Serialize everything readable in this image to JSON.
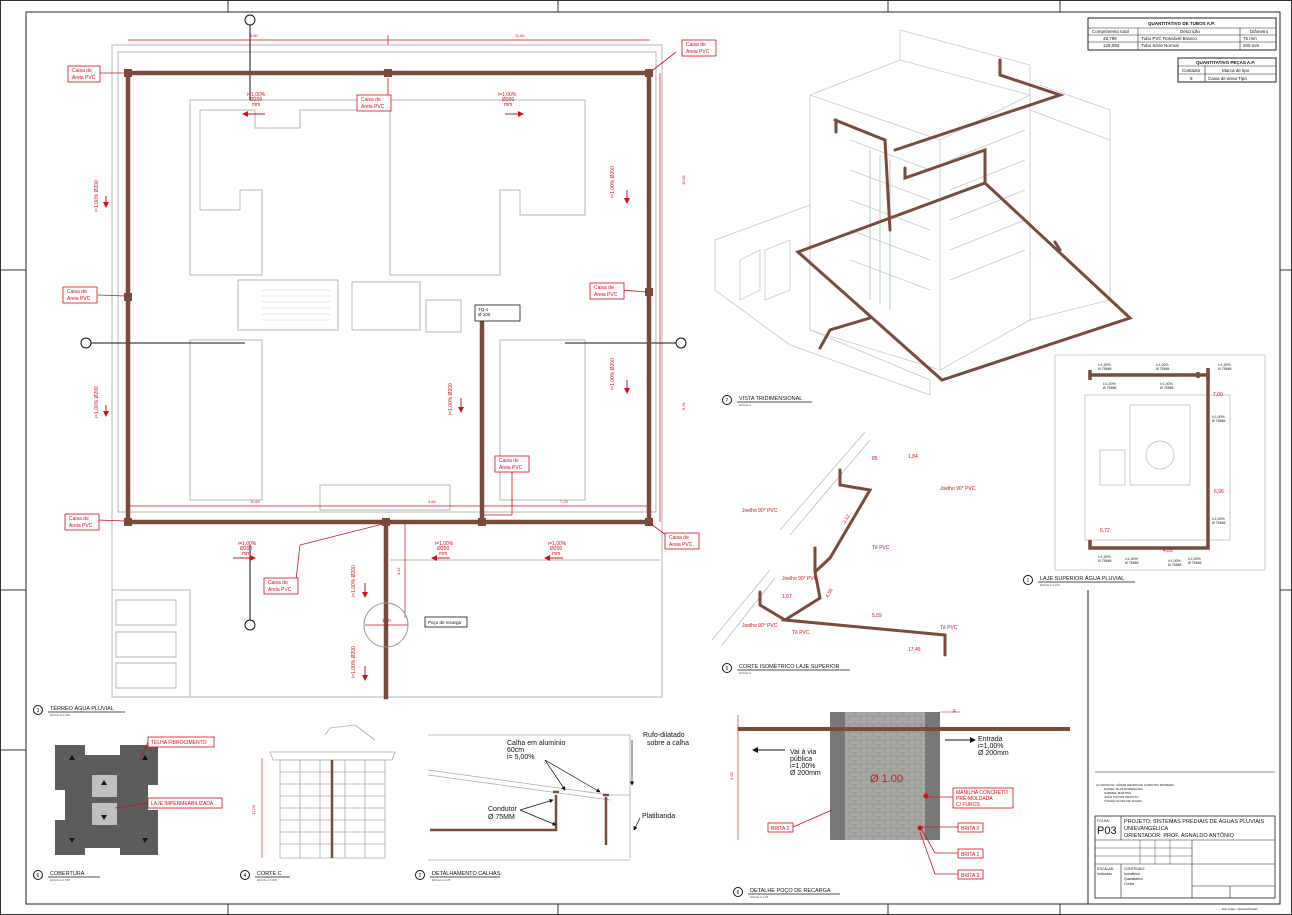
{
  "sheet": {
    "code": "P03",
    "project_line": "PROJETO: SISTEMAS PREDIAIS DE ÁGUAS PLUVIAIS",
    "school_line": "UNIEVANGÉLICA",
    "advisor_line": "ORIENTADOR: PROF. AGNALDO ANTÔNIO",
    "folha_label": "FOLHA:",
    "escalas_label": "ESCALAS:",
    "escalas_value": "Indicadas",
    "conteudo_label": "CONTEÚDO:",
    "conteudo_value": "Isométrico\nQuantitativo\nCortes"
  },
  "quant_tubos": {
    "title": "QUANTITATIVO DE TUBOS A.P.",
    "headers": [
      "Comprimento total",
      "Descrição",
      "Diâmetro"
    ],
    "rows": [
      [
        "48,798",
        "Tubo PVC Roscável Branco",
        "75 mm"
      ],
      [
        "125,092",
        "Tubo Série Normal",
        "200 mm"
      ]
    ]
  },
  "quant_pecas": {
    "title": "QUANTITATIVO PEÇAS A.P.",
    "headers": [
      "Contador",
      "Marca de tipo"
    ],
    "rows": [
      [
        "9",
        "Caixa de areia Tipo"
      ]
    ]
  },
  "views": {
    "v1": {
      "num": "1",
      "title": "LAJE SUPERIOR ÁGUA PLUVIAL"
    },
    "v2": {
      "num": "2",
      "title": "DETALHAMENTO CALHAS"
    },
    "v3": {
      "num": "3",
      "title": "TÉRREO ÁGUA PLUVIAL"
    },
    "v4": {
      "num": "4",
      "title": "CORTE C"
    },
    "v5": {
      "num": "5",
      "title": "CORTE ISOMÉTRICO LAJE SUPERIOR"
    },
    "v6": {
      "num": "6",
      "title": "COBERTURA"
    },
    "v7": {
      "num": "7",
      "title": "VISTA TRIDIMENSIONAL"
    },
    "v8": {
      "num": "8",
      "title": "DETALHE POÇO DE RECARGA"
    }
  },
  "ground": {
    "caixa": "Caixa de\nAreia PVC",
    "slope": "i=1,00%\nØ200\nmm",
    "tq": "TQ-1\nØ 100",
    "poco": "Poço de recarga",
    "poco_dim": "1,00"
  },
  "roof_labels": {
    "telha": "TELHA FIBROCIMENTO",
    "laje": "LAJE IMPERMEABILIZADA"
  },
  "calhas": {
    "calha": "Calha em alumínio\n60cm\ni= 5,00%",
    "rufo": "Rufo-dilatado\nsobre a calha",
    "condutor": "Condutor\nØ 75MM",
    "platibanda": "Platibanda"
  },
  "iso": {
    "joelho": "Joelho 90° PVC",
    "te": "Tê PVC",
    "dims": [
      "85",
      "1,84",
      "3,12",
      "4,55",
      "5,59",
      "17,45",
      "1,67"
    ]
  },
  "upper": {
    "slope": "i=1,00%\nØ 75MM",
    "dims": [
      "7,00",
      "6,96",
      "6,72",
      "4,85"
    ]
  },
  "well": {
    "out": "Vai à via\npública\ni=1,00%\nØ 200mm",
    "in": "Entrada\ni=1,00%\nØ 200mm",
    "dia": "Ø 1.00",
    "manilha": "MANILHA CONCRETO\nPRÉ-MOLDADA\nC/ FUROS",
    "brita0": "BRITA 0",
    "brita1": "BRITA 1",
    "brita2": "BRITA 2",
    "brita3": "BRITA 3"
  },
  "colors": {
    "pipe": "#7a4a3c",
    "annot": "#d0101a",
    "line": "#9a9a9a"
  }
}
